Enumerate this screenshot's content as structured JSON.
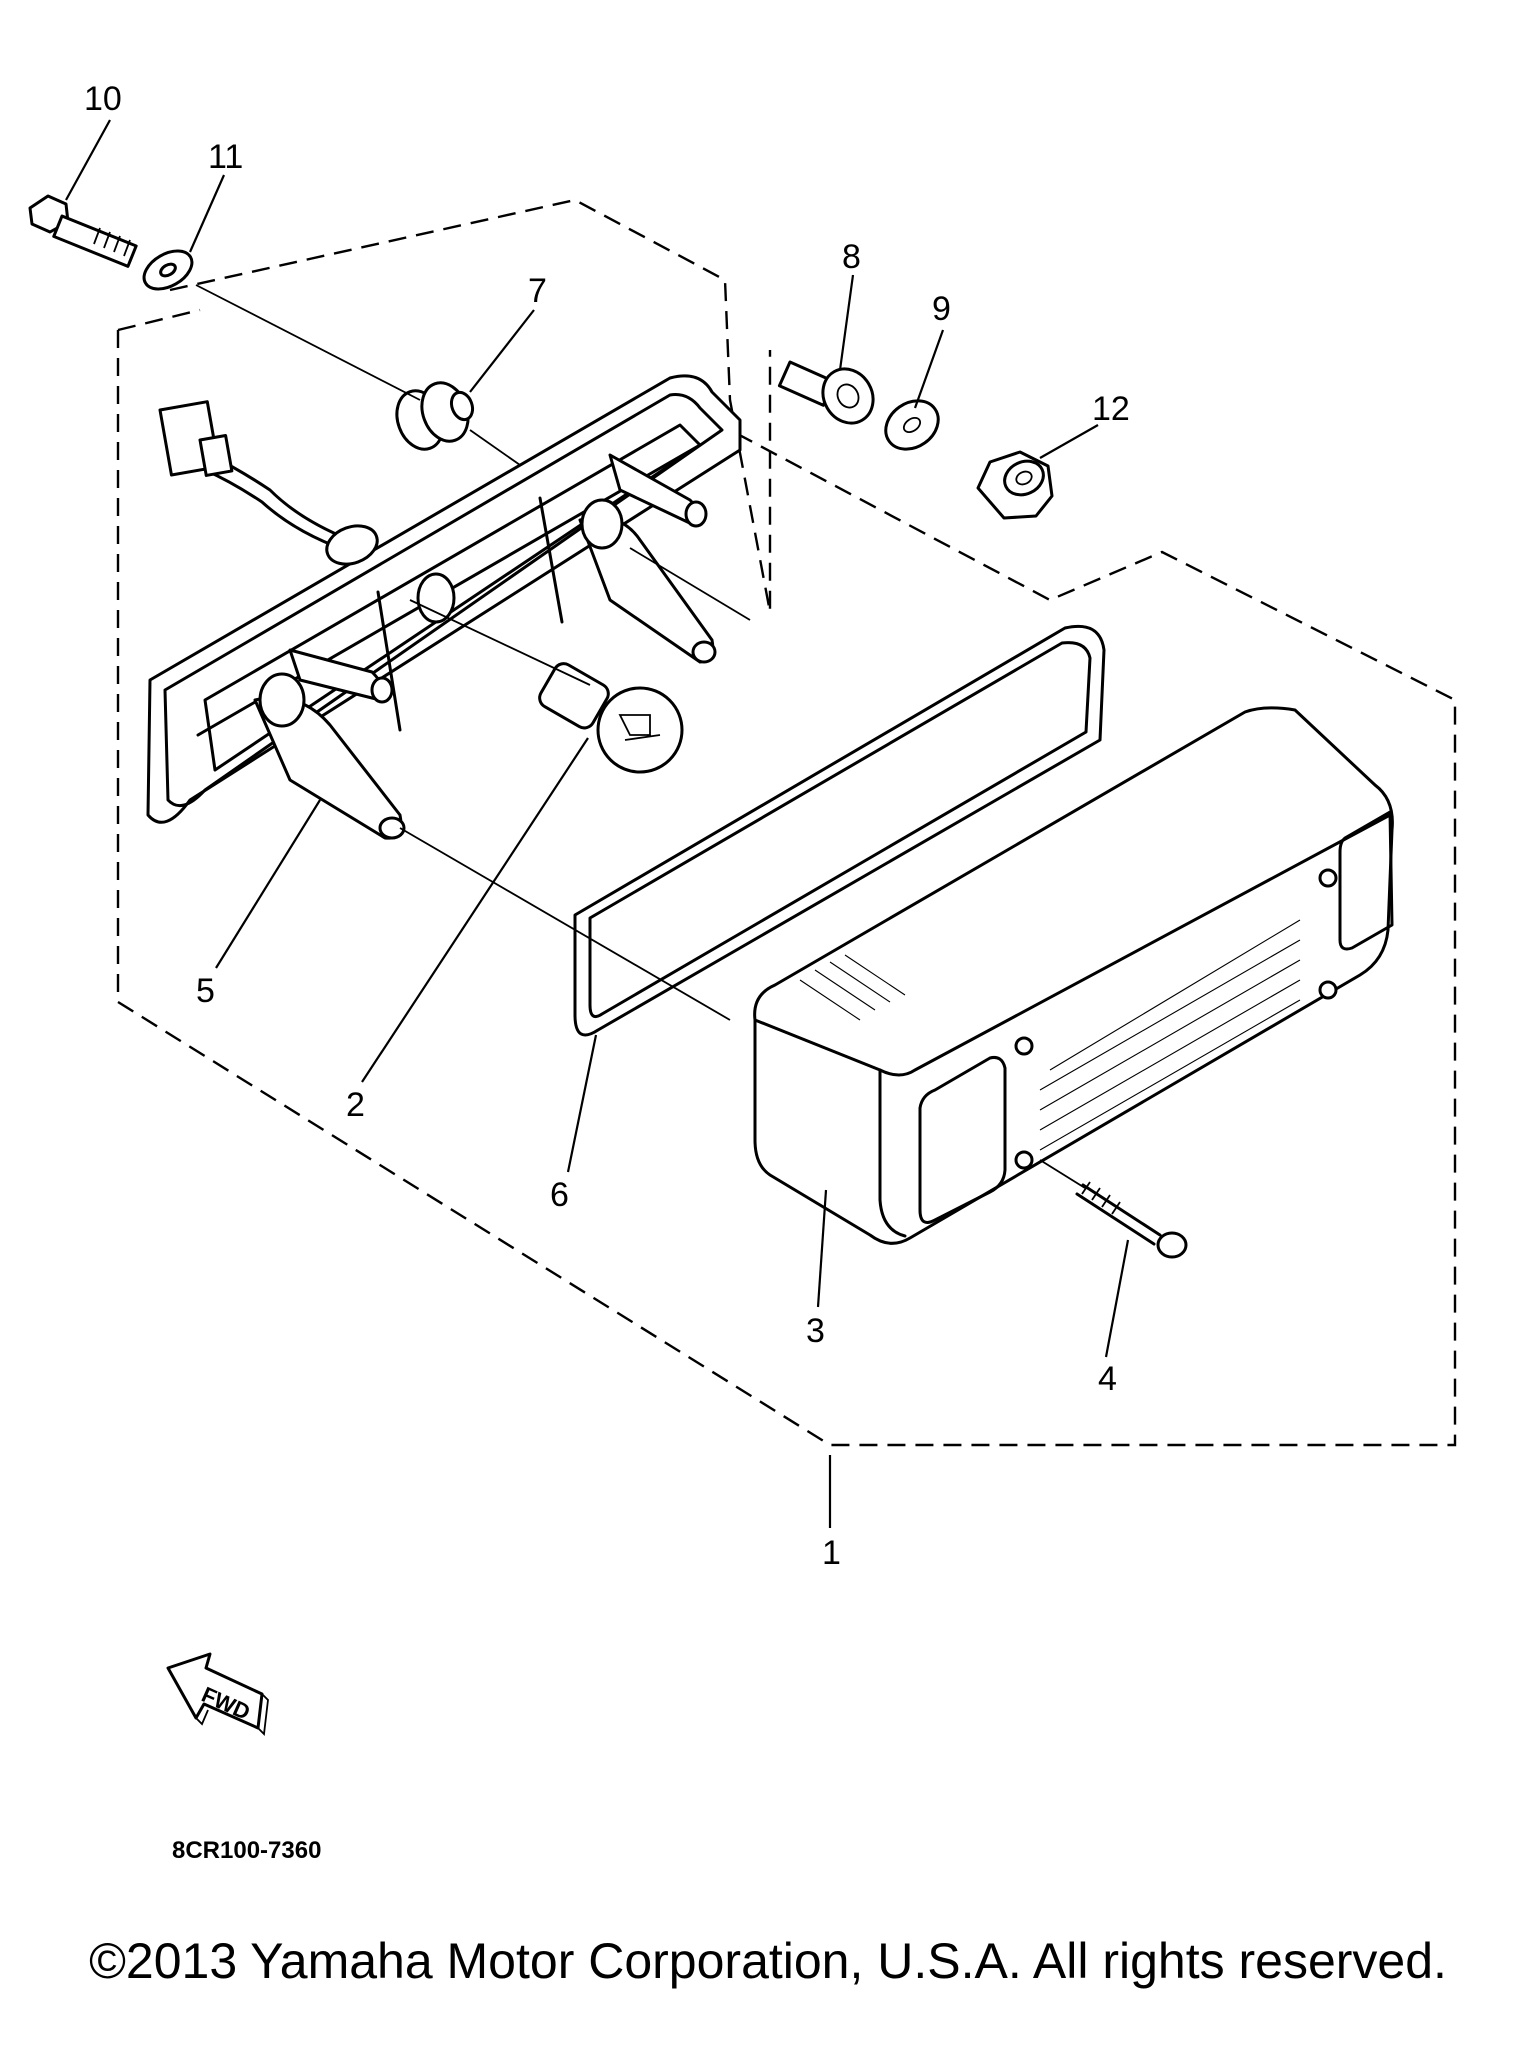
{
  "diagram": {
    "callouts": [
      "1",
      "2",
      "3",
      "4",
      "5",
      "6",
      "7",
      "8",
      "9",
      "10",
      "11",
      "12"
    ],
    "fwd_label": "FWD",
    "drawing_code": "8CR100-7360"
  },
  "footer": {
    "copyright": "©2013 Yamaha Motor Corporation, U.S.A. All rights reserved."
  }
}
